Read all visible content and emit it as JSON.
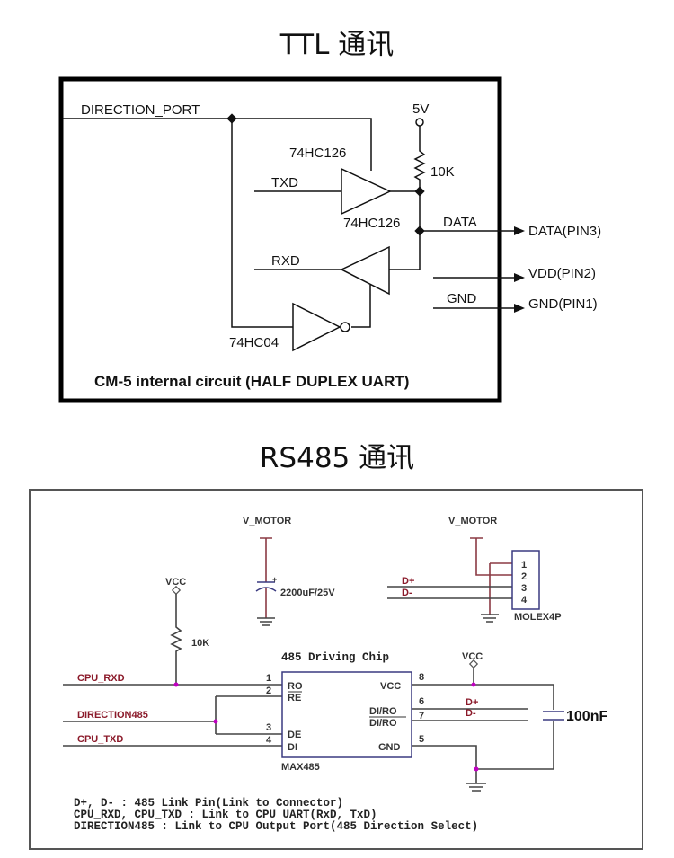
{
  "ttl": {
    "title": "TTL 通讯",
    "labels": {
      "direction_port": "DIRECTION_PORT",
      "supply": "5V",
      "resistor": "10K",
      "buffer_top": "74HC126",
      "buffer_bottom": "74HC126",
      "txd": "TXD",
      "rxd": "RXD",
      "data": "DATA",
      "gnd": "GND",
      "inverter": "74HC04",
      "caption": "CM-5 internal circuit (HALF DUPLEX UART)"
    },
    "pins": [
      "DATA(PIN3)",
      "VDD(PIN2)",
      "GND(PIN1)"
    ]
  },
  "rs485": {
    "title": "RS485 通讯",
    "v_motor_cap": "V_MOTOR",
    "v_motor_conn": "V_MOTOR",
    "capacitor_bulk": "2200uF/25V",
    "vcc_left": "VCC",
    "vcc_right": "VCC",
    "pullup": "10K",
    "chip_title": "485 Driving Chip",
    "chip_name": "MAX485",
    "connector": {
      "name": "MOLEX4P",
      "pins": [
        "1",
        "2",
        "3",
        "4"
      ],
      "signals": [
        "D+",
        "D-"
      ]
    },
    "left_pins": [
      {
        "num": "1",
        "name": "RO"
      },
      {
        "num": "2",
        "name": "RE"
      },
      {
        "num": "3",
        "name": "DE"
      },
      {
        "num": "4",
        "name": "DI"
      }
    ],
    "right_pins": [
      {
        "num": "8",
        "name": "VCC"
      },
      {
        "num": "6",
        "name": "DI/RO"
      },
      {
        "num": "7",
        "name": "DI/RO"
      },
      {
        "num": "5",
        "name": "GND"
      }
    ],
    "nets": {
      "cpu_rxd": "CPU_RXD",
      "direction": "DIRECTION485",
      "cpu_txd": "CPU_TXD",
      "d_plus": "D+",
      "d_minus": "D-"
    },
    "capacitor_bypass": "100nF",
    "notes": [
      "D+, D- : 485 Link Pin(Link to Connector)",
      "CPU_RXD, CPU_TXD : Link to CPU UART(RxD, TxD)",
      "DIRECTION485 : Link to CPU Output Port(485 Direction Select)"
    ]
  }
}
